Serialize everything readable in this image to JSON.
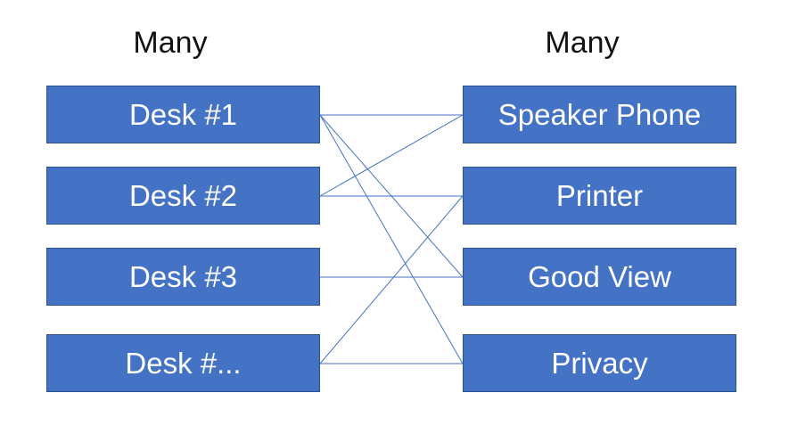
{
  "headings": {
    "left": "Many",
    "right": "Many"
  },
  "desks": [
    {
      "label": "Desk #1"
    },
    {
      "label": "Desk #2"
    },
    {
      "label": "Desk #3"
    },
    {
      "label": "Desk #..."
    }
  ],
  "features": [
    {
      "label": "Speaker Phone"
    },
    {
      "label": "Printer"
    },
    {
      "label": "Good View"
    },
    {
      "label": "Privacy"
    }
  ],
  "links": [
    {
      "desk": 0,
      "feature": 0
    },
    {
      "desk": 0,
      "feature": 2
    },
    {
      "desk": 0,
      "feature": 3
    },
    {
      "desk": 1,
      "feature": 0
    },
    {
      "desk": 1,
      "feature": 1
    },
    {
      "desk": 2,
      "feature": 2
    },
    {
      "desk": 3,
      "feature": 1
    },
    {
      "desk": 3,
      "feature": 3
    }
  ],
  "colors": {
    "box_fill": "#4472c4",
    "box_border": "#2f528f",
    "box_text": "#ffffff",
    "link_line": "#4472c4"
  }
}
